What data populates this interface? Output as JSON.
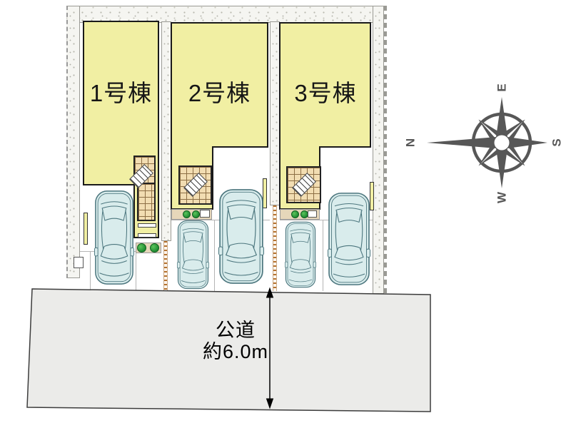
{
  "plan": {
    "lots": [
      {
        "id": "lot-1",
        "label": "1号棟"
      },
      {
        "id": "lot-2",
        "label": "2号棟"
      },
      {
        "id": "lot-3",
        "label": "3号棟"
      }
    ],
    "road": {
      "name": "公道",
      "width_note": "約6.0m"
    },
    "compass": {
      "north": "N",
      "east": "E",
      "south": "S",
      "west": "W"
    },
    "colors": {
      "building": "#f1efa3",
      "terrace": "#f2ddb2",
      "terrace-line": "#8d6f45",
      "car": "#d9ecec",
      "car-line": "#4c767e",
      "road": "#ebebe9",
      "bush": "#2f9e3f",
      "boundary": "#b5722e",
      "compass": "#575757",
      "frame": "#f5f5f1"
    }
  }
}
